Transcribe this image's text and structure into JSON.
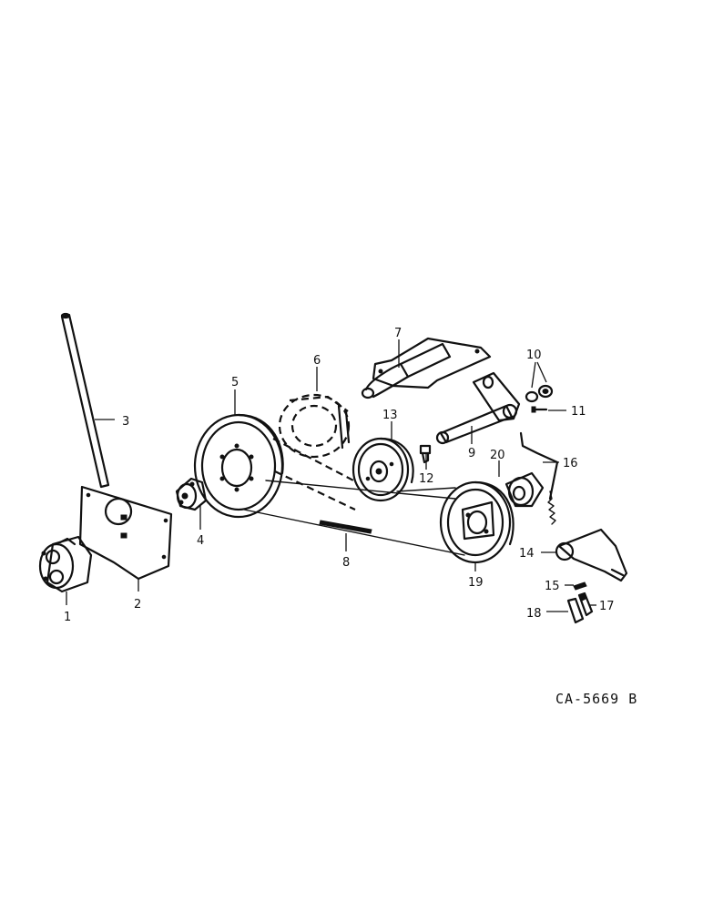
{
  "diagram": {
    "reference": "CA-5669 B",
    "callouts": [
      {
        "id": "1",
        "label": "1"
      },
      {
        "id": "2",
        "label": "2"
      },
      {
        "id": "3",
        "label": "3"
      },
      {
        "id": "4",
        "label": "4"
      },
      {
        "id": "5",
        "label": "5"
      },
      {
        "id": "6",
        "label": "6"
      },
      {
        "id": "7",
        "label": "7"
      },
      {
        "id": "8",
        "label": "8"
      },
      {
        "id": "9",
        "label": "9"
      },
      {
        "id": "10",
        "label": "10"
      },
      {
        "id": "11",
        "label": "11"
      },
      {
        "id": "12",
        "label": "12"
      },
      {
        "id": "13",
        "label": "13"
      },
      {
        "id": "14",
        "label": "14"
      },
      {
        "id": "15",
        "label": "15"
      },
      {
        "id": "16",
        "label": "16"
      },
      {
        "id": "17",
        "label": "17"
      },
      {
        "id": "18",
        "label": "18"
      },
      {
        "id": "19",
        "label": "19"
      },
      {
        "id": "20",
        "label": "20"
      }
    ]
  }
}
